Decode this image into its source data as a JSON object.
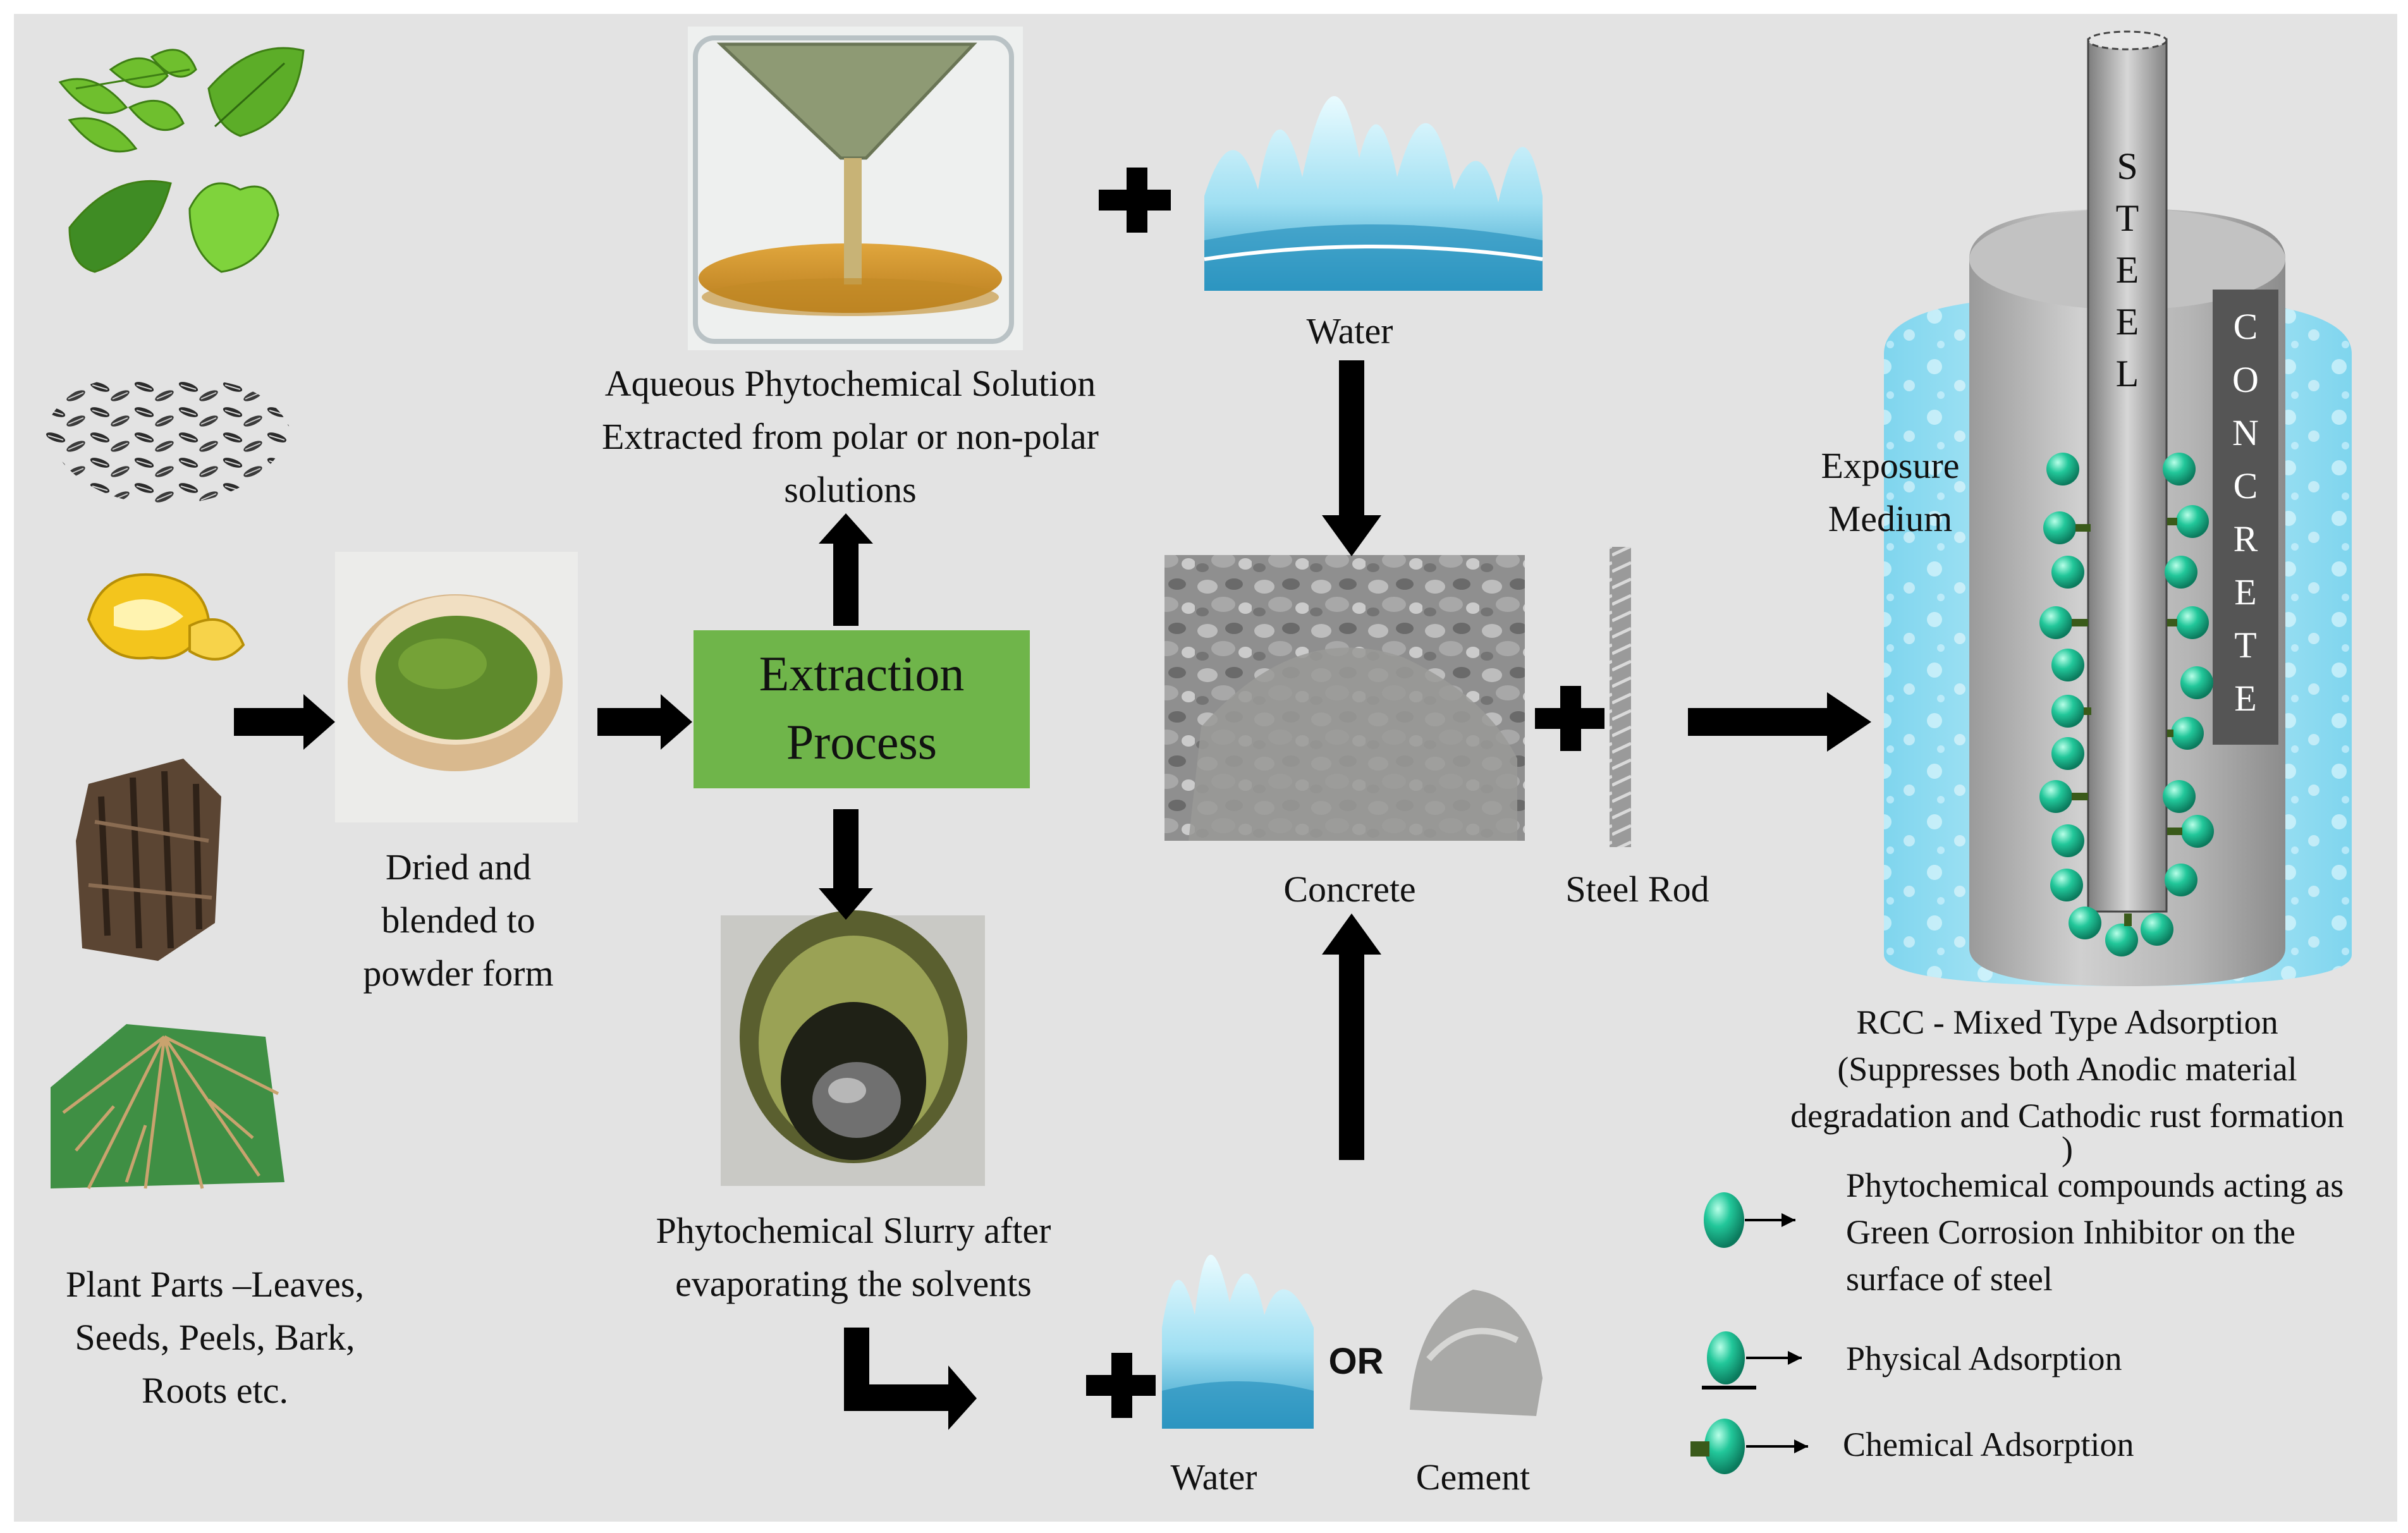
{
  "labels": {
    "plant_parts": [
      "Plant Parts –Leaves,",
      "Seeds, Peels, Bark,",
      "Roots etc."
    ],
    "dried": [
      "Dried and",
      "blended to",
      "powder form"
    ],
    "extraction": [
      "Extraction",
      "Process"
    ],
    "aqueous": [
      "Aqueous Phytochemical  Solution",
      "Extracted from polar or non-polar",
      "solutions"
    ],
    "slurry": [
      "Phytochemical  Slurry after",
      "evaporating  the solvents"
    ],
    "water_top": "Water",
    "concrete": "Concrete",
    "steel_rod": "Steel Rod",
    "water_bottom": "Water",
    "or": "OR",
    "cement": "Cement",
    "exposure": [
      "Exposure",
      "Medium"
    ],
    "steel_letters": [
      "S",
      "T",
      "E",
      "E",
      "L"
    ],
    "concrete_letters": [
      "C",
      "O",
      "N",
      "C",
      "R",
      "E",
      "T",
      "E"
    ],
    "rcc": [
      "RCC - Mixed Type Adsorption",
      "(Suppresses both Anodic material",
      "degradation and Cathodic rust formation",
      ")"
    ],
    "legend": {
      "green_inhibitor": [
        "Phytochemical compounds acting as",
        "Green Corrosion Inhibitor on the",
        "surface of steel"
      ],
      "physical": "Physical Adsorption",
      "chemical": "Chemical Adsorption"
    }
  },
  "colors": {
    "extraction_box": "#6fb54a",
    "molecule": "#1fbf95",
    "linker": "#3a5a1a",
    "arrow": "#000000",
    "background": "#e3e3e3"
  }
}
